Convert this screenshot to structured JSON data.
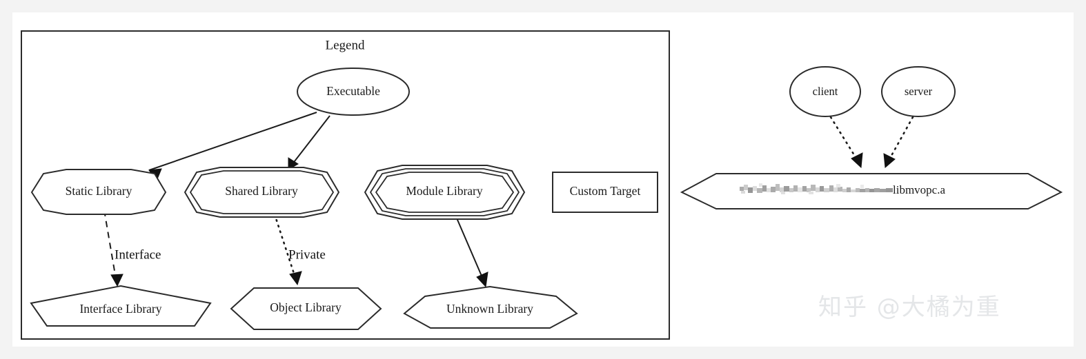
{
  "page": {
    "background_color": "#f3f3f3",
    "paper_color": "#ffffff",
    "stroke_color": "#2b2b2b"
  },
  "legend": {
    "title": "Legend",
    "nodes": [
      {
        "id": "executable",
        "label": "Executable",
        "shape": "ellipse"
      },
      {
        "id": "static-library",
        "label": "Static Library",
        "shape": "octagon"
      },
      {
        "id": "shared-library",
        "label": "Shared Library",
        "shape": "doubleoctagon"
      },
      {
        "id": "module-library",
        "label": "Module Library",
        "shape": "tripleoctagon"
      },
      {
        "id": "custom-target",
        "label": "Custom Target",
        "shape": "box"
      },
      {
        "id": "interface-library",
        "label": "Interface Library",
        "shape": "pentagon"
      },
      {
        "id": "object-library",
        "label": "Object Library",
        "shape": "hexagon"
      },
      {
        "id": "unknown-library",
        "label": "Unknown Library",
        "shape": "septagon"
      }
    ],
    "edges": [
      {
        "from": "executable",
        "to": "static-library",
        "style": "solid",
        "label": ""
      },
      {
        "from": "executable",
        "to": "shared-library",
        "style": "solid",
        "label": ""
      },
      {
        "from": "static-library",
        "to": "interface-library",
        "style": "dashed",
        "label": "Interface"
      },
      {
        "from": "shared-library",
        "to": "object-library",
        "style": "dotted",
        "label": "Private"
      },
      {
        "from": "module-library",
        "to": "unknown-library",
        "style": "solid",
        "label": ""
      }
    ]
  },
  "graph": {
    "nodes": [
      {
        "id": "client",
        "label": "client",
        "shape": "ellipse"
      },
      {
        "id": "server",
        "label": "server",
        "shape": "ellipse"
      },
      {
        "id": "libmvopc",
        "label": "libmvopc.a",
        "redacted_prefix": true,
        "shape": "hexagon"
      }
    ],
    "edges": [
      {
        "from": "client",
        "to": "libmvopc",
        "style": "dotted"
      },
      {
        "from": "server",
        "to": "libmvopc",
        "style": "dotted"
      }
    ]
  },
  "watermark": {
    "text": "知乎 @大橘为重"
  }
}
